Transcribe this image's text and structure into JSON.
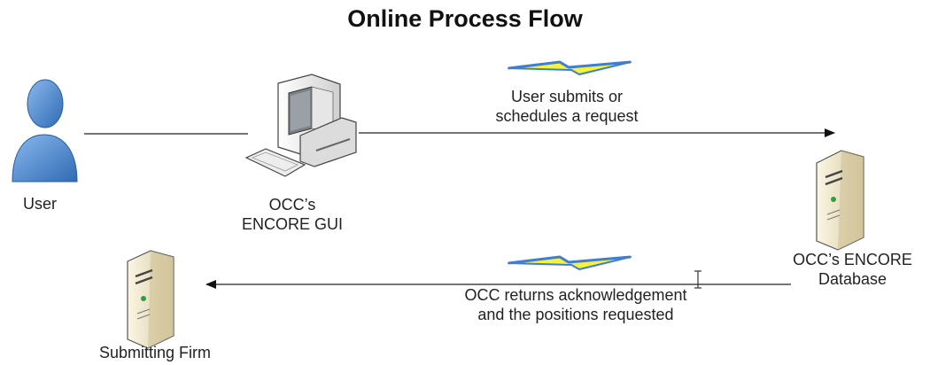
{
  "title": "Online Process Flow",
  "nodes": {
    "user": "User",
    "gui_line1": "OCC’s",
    "gui_line2": "ENCORE GUI",
    "db_line1": "OCC’s ENCORE",
    "db_line2": "Database",
    "firm": "Submitting Firm"
  },
  "flows": {
    "request_line1": "User submits or",
    "request_line2": "schedules a request",
    "response_line1": "OCC returns acknowledgement",
    "response_line2": "and the positions requested"
  },
  "colors": {
    "user_blue": "#4a86c8",
    "bolt_yellow": "#f7f23a",
    "bolt_blue": "#3f7fd3",
    "server_tan": "#e9dfc0"
  },
  "icons": [
    "user-icon",
    "computer-icon",
    "server-icon",
    "lightning-icon"
  ]
}
